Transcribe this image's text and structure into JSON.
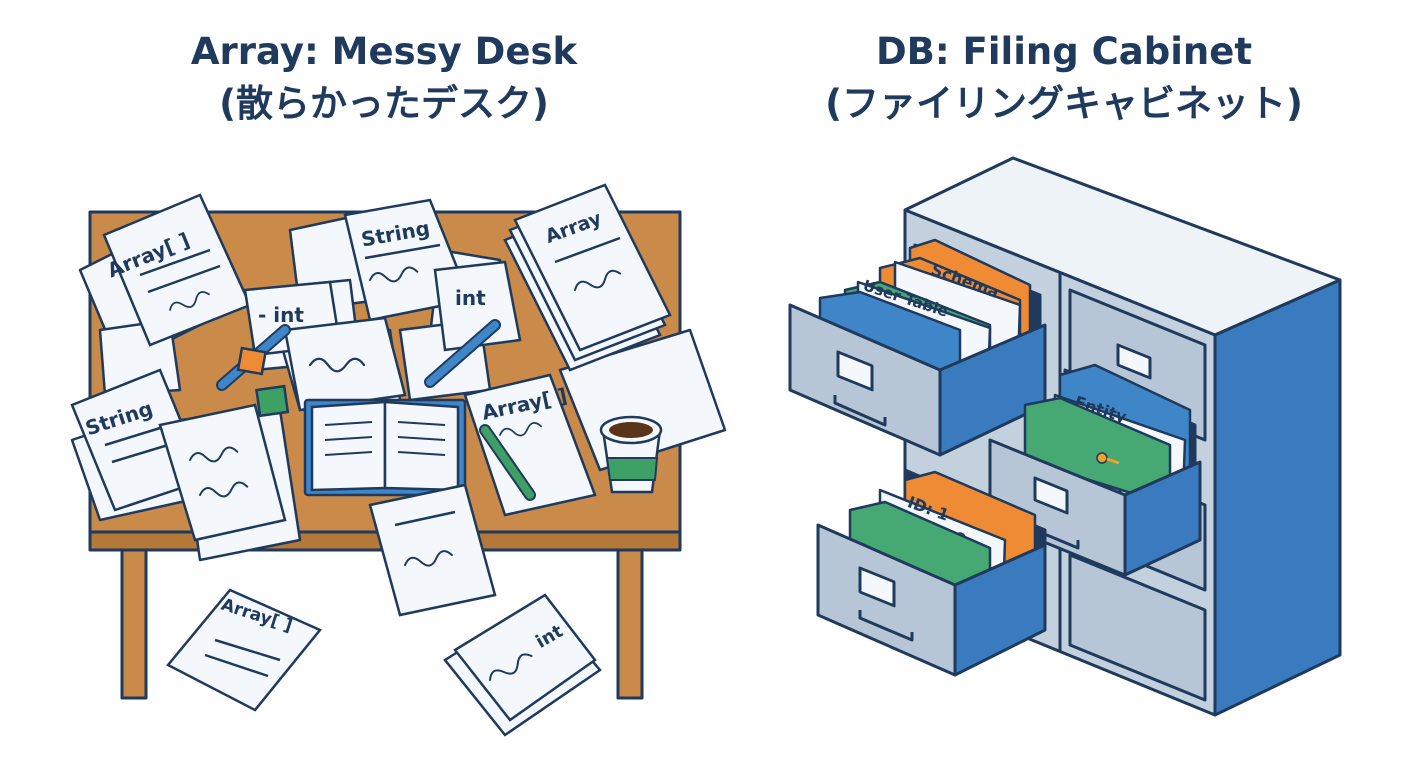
{
  "left_panel": {
    "title_en": "Array: Messy Desk",
    "title_ja": "(散らかったデスク)",
    "paper_labels": [
      "Array[ ]",
      "String",
      "int",
      "Array",
      "- int",
      "String",
      "Array[ ]",
      "Array[ ]",
      "int"
    ]
  },
  "right_panel": {
    "title_en": "DB: Filing Cabinet",
    "title_ja": "(ファイリングキャビネット)",
    "folder_labels": [
      "Schema",
      "User Table",
      "Entity",
      "ID: 1"
    ]
  },
  "colors": {
    "ink": "#1f3a5c",
    "desk": "#c98a4a",
    "paper": "#f4f8fd",
    "cabinet_blue": "#3a7bbf",
    "cabinet_gray": "#b7c6d6",
    "folder_orange": "#ef8a35",
    "folder_green": "#46a873",
    "folder_blue": "#3f86c9",
    "cup_green": "#3fa066",
    "key_gold": "#f0a22a"
  },
  "icons": [
    "pen-icon",
    "notebook-icon",
    "coffee-cup-icon",
    "key-icon",
    "sticky-note-icon"
  ]
}
